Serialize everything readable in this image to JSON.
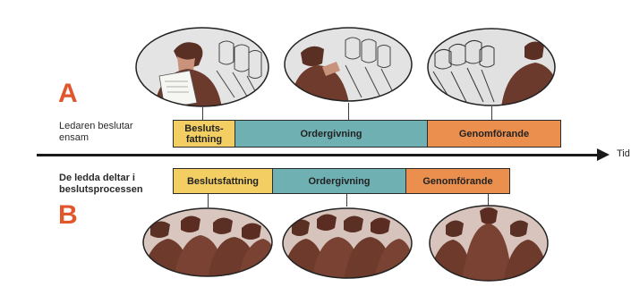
{
  "diagram": {
    "letters": {
      "a": "A",
      "b": "B"
    },
    "row_a": {
      "label_line1": "Ledaren beslutar",
      "label_line2": "ensam",
      "phases": [
        {
          "label_line1": "Besluts-",
          "label_line2": "fattning",
          "color": "#f3cf63"
        },
        {
          "label": "Ordergivning",
          "color": "#6fb0b2"
        },
        {
          "label": "Genomförande",
          "color": "#ea8f4e"
        }
      ]
    },
    "row_b": {
      "label_line1": "De ledda deltar i",
      "label_line2": "beslutsprocessen",
      "phases": [
        {
          "label": "Beslutsfattning",
          "color": "#f3cf63"
        },
        {
          "label": "Ordergivning",
          "color": "#6fb0b2"
        },
        {
          "label": "Genomförande",
          "color": "#ea8f4e"
        }
      ]
    },
    "axis_label": "Tid",
    "scene_names": [
      "leader-reading-scene",
      "leader-addressing-group-scene",
      "group-executing-scene",
      "group-discussion-scene",
      "group-briefing-scene",
      "group-action-scene"
    ]
  }
}
